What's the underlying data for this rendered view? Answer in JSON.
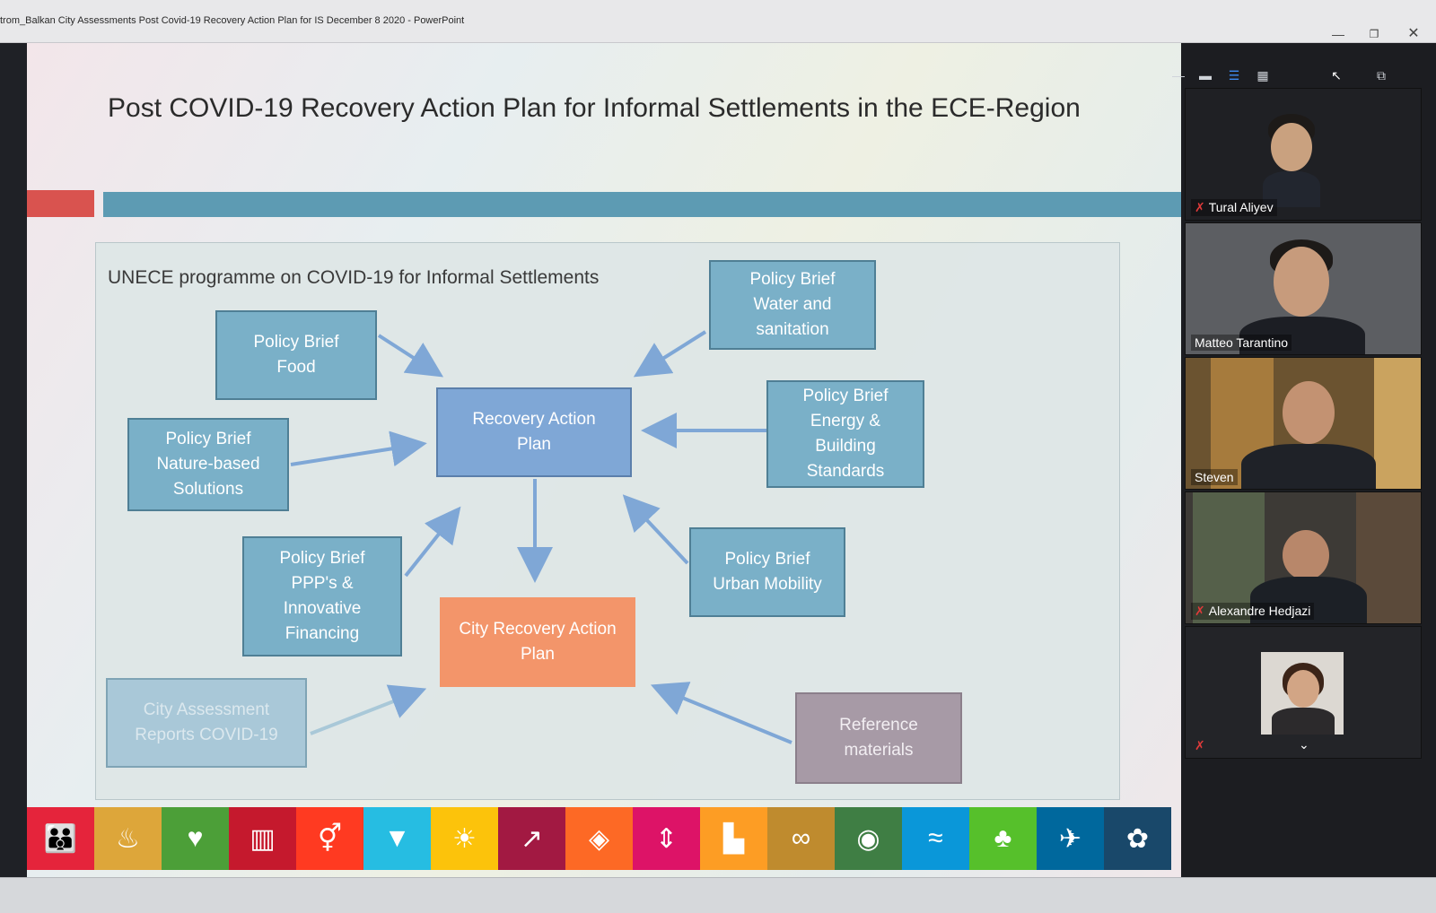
{
  "window": {
    "title": "trom_Balkan City Assessments Post Covid-19 Recovery Action Plan for IS December 8 2020 - PowerPoint",
    "minimize_icon": "minimize-icon",
    "maximize_icon": "restore-icon",
    "close_icon": "close-icon"
  },
  "slide": {
    "title": "Post COVID-19 Recovery Action Plan for Informal Settlements in the ECE-Region",
    "panel_heading": "UNECE programme on COVID-19 for Informal Settlements",
    "boxes": {
      "water": "Policy Brief\nWater and\nsanitation",
      "food": "Policy Brief\nFood",
      "recovery": "Recovery Action\nPlan",
      "energy": "Policy Brief\nEnergy &\nBuilding\nStandards",
      "nature": "Policy Brief\nNature-based\nSolutions",
      "ppp": "Policy Brief\nPPP's &\nInnovative\nFinancing",
      "mobility": "Policy Brief\nUrban Mobility",
      "city_recovery": "City Recovery Action\nPlan",
      "city_assessment": "City Assessment\nReports COVID-19",
      "reference": "Reference\nmaterials"
    },
    "colors": {
      "red_bar": "#d9534f",
      "blue_bar": "#5d9bb3",
      "box_blue": "#7ab0c8",
      "box_orange": "#f3956a"
    },
    "sdg_tiles": [
      {
        "icon": "people-icon",
        "glyph": "👪",
        "color": "#e5243b"
      },
      {
        "icon": "bowl-icon",
        "glyph": "♨",
        "color": "#dda63a"
      },
      {
        "icon": "heartbeat-icon",
        "glyph": "♥",
        "color": "#4c9f38"
      },
      {
        "icon": "book-icon",
        "glyph": "▥",
        "color": "#c5192d"
      },
      {
        "icon": "gender-icon",
        "glyph": "⚥",
        "color": "#ff3a21"
      },
      {
        "icon": "water-drop-icon",
        "glyph": "▼",
        "color": "#26bde2"
      },
      {
        "icon": "sun-icon",
        "glyph": "☀",
        "color": "#fcc30b"
      },
      {
        "icon": "growth-chart-icon",
        "glyph": "↗",
        "color": "#a21942"
      },
      {
        "icon": "cubes-icon",
        "glyph": "◈",
        "color": "#fd6925"
      },
      {
        "icon": "equality-icon",
        "glyph": "⇕",
        "color": "#dd1367"
      },
      {
        "icon": "city-icon",
        "glyph": "▙",
        "color": "#fd9d24"
      },
      {
        "icon": "infinity-icon",
        "glyph": "∞",
        "color": "#bf8b2e"
      },
      {
        "icon": "eye-globe-icon",
        "glyph": "◉",
        "color": "#3f7e44"
      },
      {
        "icon": "fish-icon",
        "glyph": "≈",
        "color": "#0a97d9"
      },
      {
        "icon": "tree-icon",
        "glyph": "♣",
        "color": "#56c02b"
      },
      {
        "icon": "dove-icon",
        "glyph": "✈",
        "color": "#00689d"
      },
      {
        "icon": "flower-icon",
        "glyph": "✿",
        "color": "#19486a"
      }
    ]
  },
  "gallery": {
    "participants": [
      {
        "name": "Tural Aliyev",
        "muted": true
      },
      {
        "name": "Matteo Tarantino",
        "muted": false
      },
      {
        "name": "Steven",
        "muted": false
      },
      {
        "name": "Alexandre Hedjazi",
        "muted": true
      },
      {
        "name": "",
        "muted": true
      }
    ],
    "mic_off_icon": "mic-off-icon",
    "chevron_icon": "chevron-down-icon"
  }
}
